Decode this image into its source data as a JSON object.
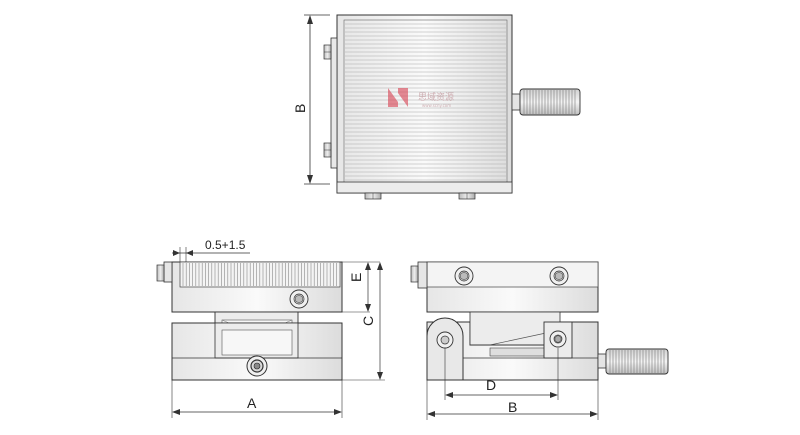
{
  "top_view": {
    "dim_b": "B"
  },
  "front_view": {
    "dim_shift": "0.5+1.5",
    "dim_e": "E",
    "dim_c": "C",
    "dim_a": "A"
  },
  "side_view": {
    "dim_d": "D",
    "dim_b": "B"
  },
  "watermark": {
    "brand": "思域资源",
    "url": "www.scny.com"
  },
  "colors": {
    "line": "#333333",
    "fill_light": "#f2f2f2",
    "fill_mid": "#e0e0e0",
    "fill_dark": "#c8c8c8",
    "logo_red": "#d84a5a"
  }
}
